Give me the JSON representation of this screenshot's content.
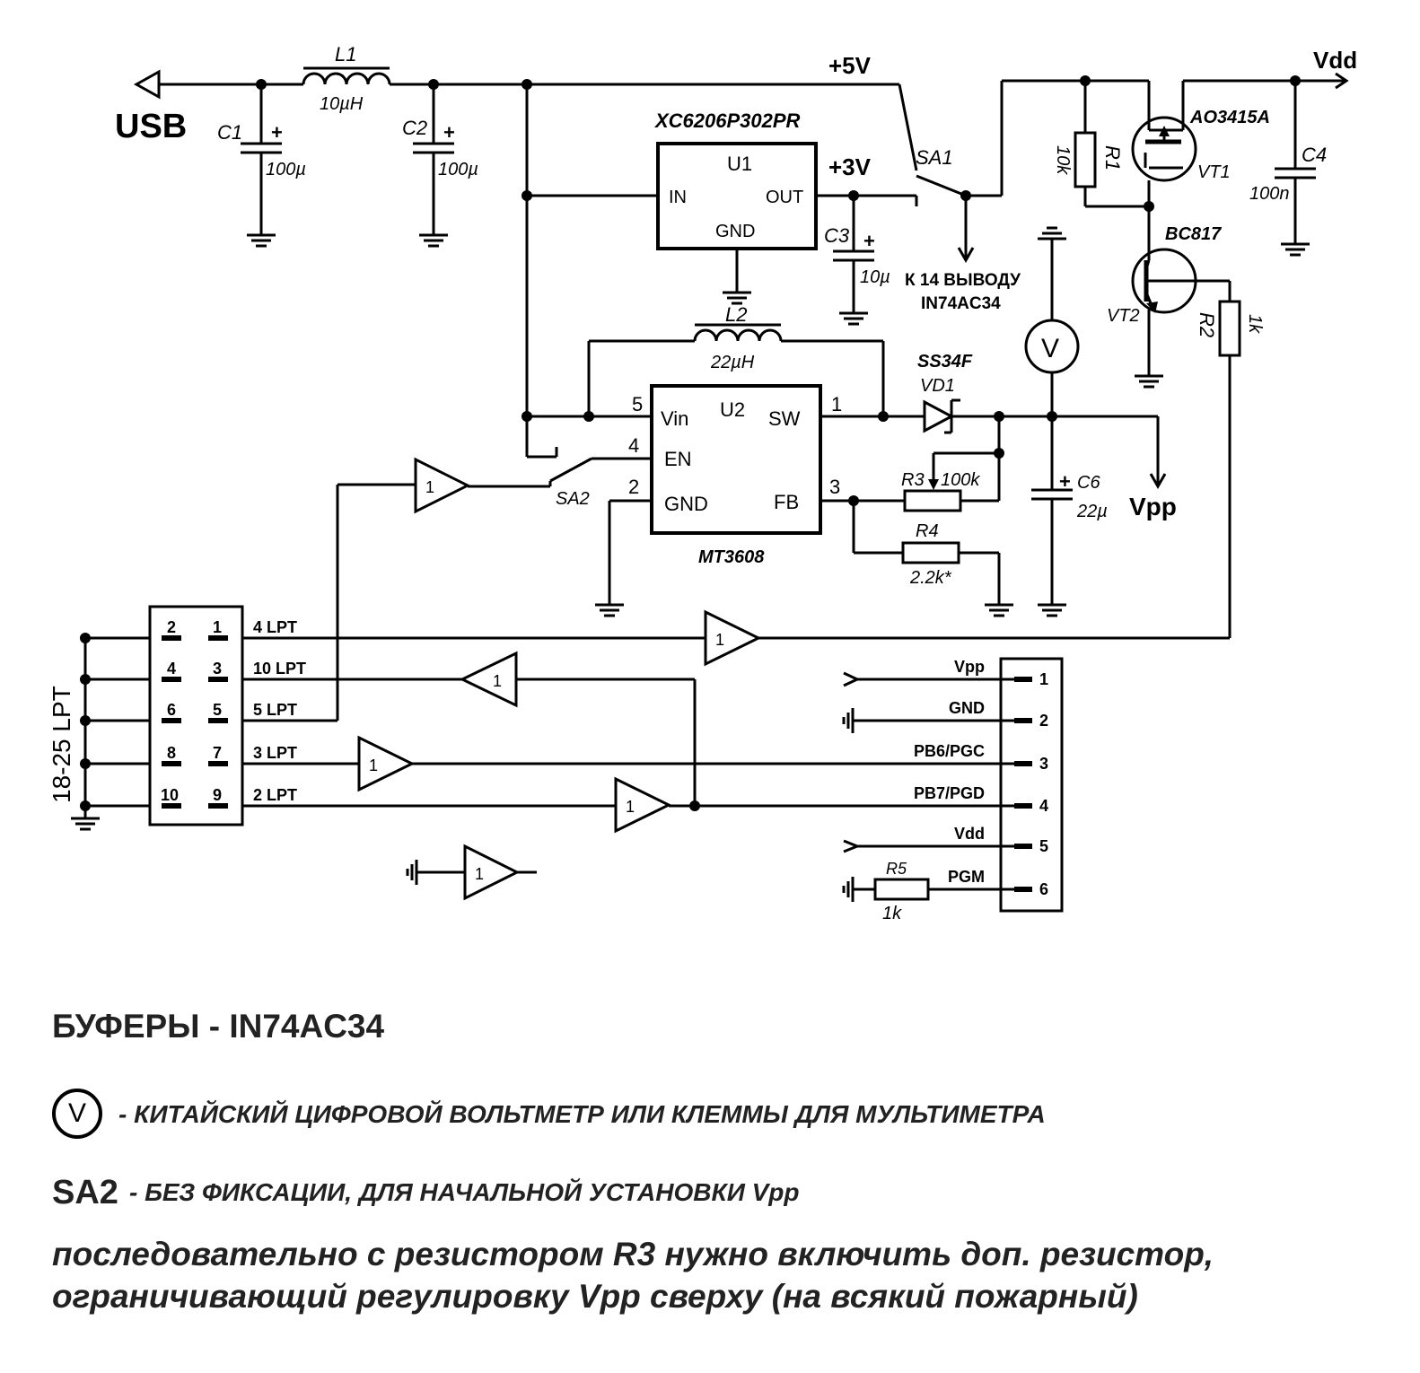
{
  "colors": {
    "red": "#e8120e",
    "orange": "#f08c00",
    "green": "#1a8a1a",
    "maroon": "#8b1a10",
    "black": "#000000"
  },
  "usb": "USB",
  "L1": {
    "ref": "L1",
    "value": "10µH"
  },
  "L2": {
    "ref": "L2",
    "value": "22µH"
  },
  "C1": {
    "ref": "C1",
    "value": "100µ",
    "plus": "+"
  },
  "C2": {
    "ref": "C2",
    "value": "100µ",
    "plus": "+"
  },
  "C3": {
    "ref": "C3",
    "value": "10µ",
    "plus": "+"
  },
  "C4": {
    "ref": "C4",
    "value": "100n"
  },
  "C6": {
    "ref": "C6",
    "value": "22µ",
    "plus": "+"
  },
  "R1": {
    "ref": "R1",
    "value": "10k"
  },
  "R2": {
    "ref": "R2",
    "value": "1k"
  },
  "R3": {
    "ref": "R3",
    "value": "100k"
  },
  "R4": {
    "ref": "R4",
    "value": "2.2k*"
  },
  "R5": {
    "ref": "R5",
    "value": "1k"
  },
  "U1": {
    "part": "XC6206P302PR",
    "ref": "U1",
    "in": "IN",
    "out": "OUT",
    "gnd": "GND"
  },
  "U2": {
    "part": "MT3608",
    "ref": "U2",
    "vin": "Vin",
    "en": "EN",
    "gnd": "GND",
    "sw": "SW",
    "fb": "FB",
    "p5": "5",
    "p4": "4",
    "p2": "2",
    "p1": "1",
    "p3": "3"
  },
  "rails": {
    "v5": "+5V",
    "v3": "+3V",
    "vdd": "Vdd",
    "vpp": "Vpp"
  },
  "SA1": "SA1",
  "SA2": "SA2",
  "to14": [
    "К 14 ВЫВОДУ",
    "IN74AC34"
  ],
  "VT1": {
    "part": "AO3415A",
    "ref": "VT1"
  },
  "VT2": {
    "part": "BC817",
    "ref": "VT2"
  },
  "VD1": {
    "part": "SS34F",
    "ref": "VD1"
  },
  "voltmeter": "V",
  "buffer_label": "1",
  "lpt_connector": {
    "title": "18-25 LPT",
    "rows": [
      {
        "even": "2",
        "odd": "1",
        "signal": "4 LPT"
      },
      {
        "even": "4",
        "odd": "3",
        "signal": "10 LPT"
      },
      {
        "even": "6",
        "odd": "5",
        "signal": "5 LPT"
      },
      {
        "even": "8",
        "odd": "7",
        "signal": "3 LPT"
      },
      {
        "even": "10",
        "odd": "9",
        "signal": "2 LPT"
      }
    ]
  },
  "out_connector": [
    {
      "num": "1",
      "label": "Vpp"
    },
    {
      "num": "2",
      "label": "GND"
    },
    {
      "num": "3",
      "label": "PB6/PGC"
    },
    {
      "num": "4",
      "label": "PB7/PGD"
    },
    {
      "num": "5",
      "label": "Vdd"
    },
    {
      "num": "6",
      "label": "PGM"
    }
  ],
  "notes": {
    "buffers": "БУФЕРЫ - IN74AC34",
    "volt_sym": "V",
    "volt_note": "-  КИТАЙСКИЙ ЦИФРОВОЙ ВОЛЬТМЕТР ИЛИ КЛЕММЫ ДЛЯ МУЛЬТИМЕТРА",
    "sa2": "SA2",
    "sa2_note": "- БЕЗ ФИКСАЦИИ, ДЛЯ НАЧАЛЬНОЙ УСТАНОВКИ Vpp",
    "line1": "последовательно с резистором R3 нужно включить доп. резистор,",
    "line2": "ограничивающий регулировку Vpp сверху (на всякий пожарный)"
  }
}
